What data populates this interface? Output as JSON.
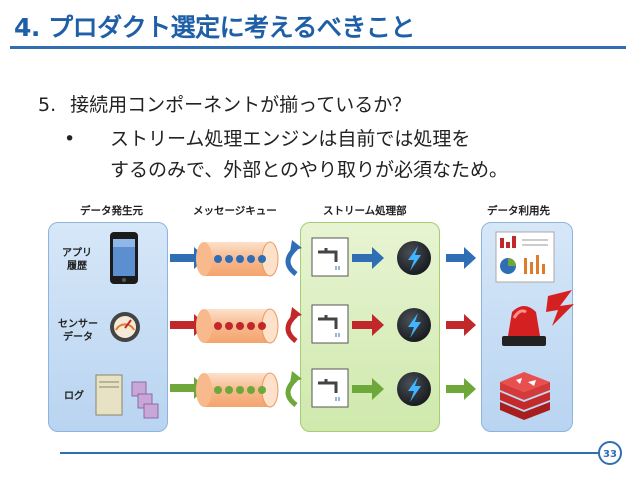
{
  "title": "4. プロダクト選定に考えるべきこと",
  "bullet1": {
    "number": "5.",
    "text": "接続用コンポーネントが揃っているか？"
  },
  "bullet2": {
    "marker": "•",
    "line1": "ストリーム処理エンジンは自前では処理を",
    "line2": "するのみで、外部とのやり取りが必須なため。"
  },
  "headers": {
    "source": "データ発生元",
    "queue": "メッセージキュー",
    "stream": "ストリーム処理部",
    "destination": "データ利用先"
  },
  "sources": {
    "app_line1": "アプリ",
    "app_line2": "履歴",
    "sensor_line1": "センサー",
    "sensor_line2": "データ",
    "log": "ログ"
  },
  "row_colors": [
    "#2f6db5",
    "#c0282a",
    "#6fa83a"
  ],
  "page_number": "33"
}
